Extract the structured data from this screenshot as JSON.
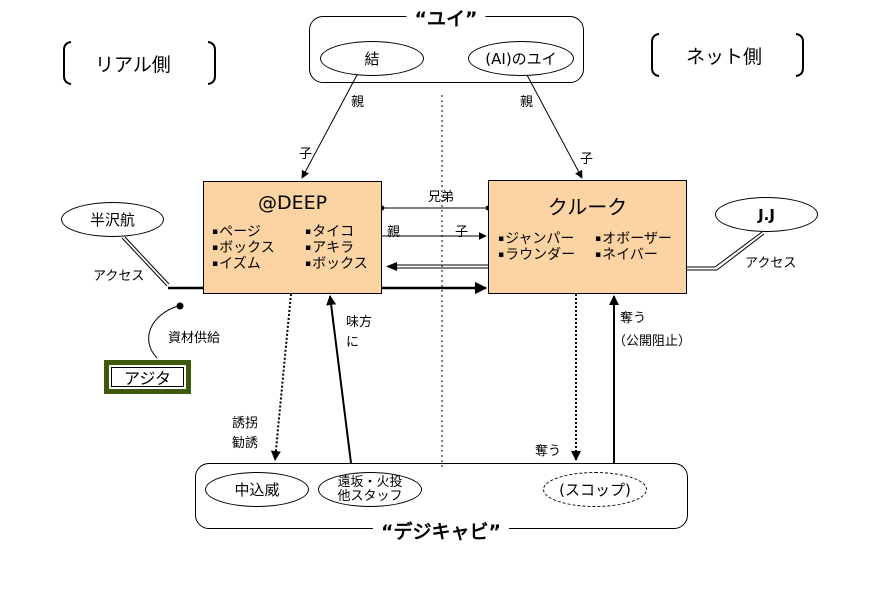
{
  "sides": {
    "real": "リアル側",
    "net": "ネット側"
  },
  "groups": {
    "yui": {
      "label": "“ユイ”",
      "members": [
        "結",
        "(AI)のユイ"
      ]
    },
    "dejikyabi": {
      "label": "“デジキャビ”",
      "members": [
        "中込威",
        "遠坂・火投\n他スタッフ",
        "(スコップ)"
      ],
      "member_line1": "遠坂・火投",
      "member_line2": "他スタッフ"
    }
  },
  "boxes": {
    "deep": {
      "title": "@DEEP",
      "items_left": [
        "ページ",
        "ボックス",
        "イズム"
      ],
      "items_right": [
        "タイコ",
        "アキラ",
        "ボックス"
      ]
    },
    "kluk": {
      "title": "クルーク",
      "items_left": [
        "ジャンパー",
        "ラウンダー"
      ],
      "items_right": [
        "オボーザー",
        "ネイバー"
      ]
    }
  },
  "actors": {
    "hanzawa": "半沢航",
    "jj": "J.J",
    "ajita": "アジタ"
  },
  "edge_labels": {
    "parent": "親",
    "child": "子",
    "siblings": "兄弟",
    "access": "アクセス",
    "supply": "資材供給",
    "ally_line1": "味方",
    "ally_line2": "に",
    "lure_line1": "誘拐",
    "lure_line2": "勧誘",
    "steal": "奪う",
    "block_publish": "（公開阻止）"
  },
  "colors": {
    "box_fill": "#fcd4a4",
    "ajita_border": "#3c5a0a",
    "line": "#000000"
  }
}
